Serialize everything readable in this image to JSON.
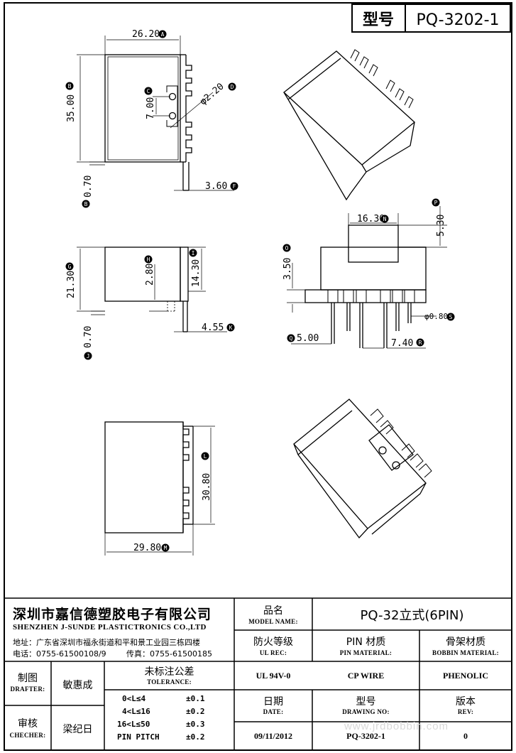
{
  "header": {
    "model_label": "型号",
    "model_value": "PQ-3202-1"
  },
  "dimensions": {
    "a": "26.20",
    "b": "35.00",
    "b2": "0.70",
    "c": "7.00",
    "d": "φ2.20",
    "f": "3.60",
    "g": "21.30",
    "h": "2.80",
    "i": "14.30",
    "j": "0.70",
    "k": "4.55",
    "l": "30.80",
    "m": "29.80",
    "n": "16.30",
    "o": "3.50",
    "p": "5.30",
    "q": "5.00",
    "r": "7.40",
    "s": "φ0.80"
  },
  "markers": {
    "a": "A",
    "b": "B",
    "c": "C",
    "d": "D",
    "f": "F",
    "g": "G",
    "h": "H",
    "i": "I",
    "j": "J",
    "k": "K",
    "l": "L",
    "m": "M",
    "n": "N",
    "o": "O",
    "p": "P",
    "q": "Q",
    "r": "R",
    "s": "S"
  },
  "company": {
    "name_cn": "深圳市嘉信德塑胶电子有限公司",
    "name_en": "SHENZHEN J-SUNDE PLASTICTRONICS CO.,LTD",
    "address": "地址：广东省深圳市福永街道和平和景工业园三栋四楼",
    "phone": "电话：0755-61500108/9",
    "fax": "传真：0755-61500185"
  },
  "title_block": {
    "name_cn": "品名",
    "name_en": "MODEL NAME:",
    "name_value": "PQ-32立式(6PIN)",
    "ul_cn": "防火等级",
    "ul_en": "UL REC:",
    "ul_value": "UL 94V-0",
    "pin_cn": "PIN 材质",
    "pin_en": "PIN MATERIAL:",
    "pin_value": "CP WIRE",
    "bobbin_cn": "骨架材质",
    "bobbin_en": "BOBBIN MATERIAL:",
    "bobbin_value": "PHENOLIC",
    "drafter_cn": "制图",
    "drafter_en": "DRAFTER:",
    "drafter_value": "敏惠成",
    "checker_cn": "审核",
    "checker_en": "CHECHER:",
    "checker_value": "梁纪日",
    "tol_cn": "未标注公差",
    "tol_en": "TOLERANCE:",
    "tolerances": [
      {
        "range": "0<L≤4",
        "value": "±0.1"
      },
      {
        "range": "4<L≤16",
        "value": "±0.2"
      },
      {
        "range": "16<L≤50",
        "value": "±0.3"
      },
      {
        "range": "PIN PITCH",
        "value": "±0.2"
      }
    ],
    "date_cn": "日期",
    "date_en": "DATE:",
    "date_value": "09/11/2012",
    "drawing_cn": "型号",
    "drawing_en": "DRAWING NO:",
    "drawing_value": "PQ-3202-1",
    "rev_cn": "版本",
    "rev_en": "REV:",
    "rev_value": "0"
  },
  "watermark": "www.jrdbobbin.com"
}
